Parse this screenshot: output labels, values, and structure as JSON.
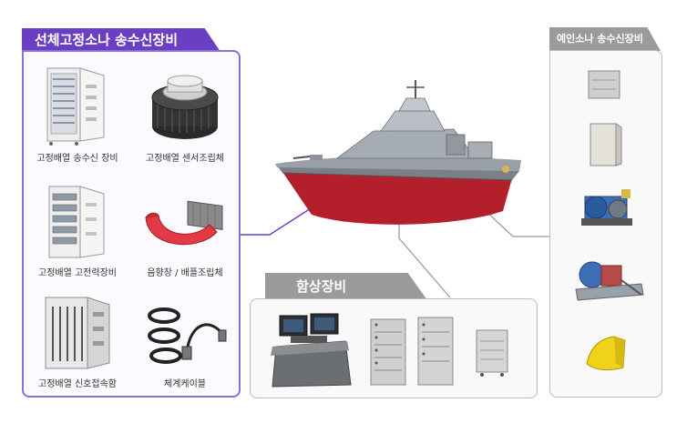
{
  "left": {
    "title": "선체고정소나 송수신장비",
    "items": [
      {
        "label": "고정배열 송수신 장비"
      },
      {
        "label": "고정배열 센서조립체"
      },
      {
        "label": "고정배열 고전력장비"
      },
      {
        "label": "음향창 / 배플조립체"
      },
      {
        "label": "고정배열 신호접속함"
      },
      {
        "label": "체계케이블"
      }
    ]
  },
  "right": {
    "title": "예인소나 송수신장비"
  },
  "bottom": {
    "title": "함상장비"
  },
  "colors": {
    "accent": "#6a3fc4",
    "panel_border": "#8b6fd6",
    "gray_tab": "#9b9b9b",
    "hull_red": "#b3202c"
  }
}
